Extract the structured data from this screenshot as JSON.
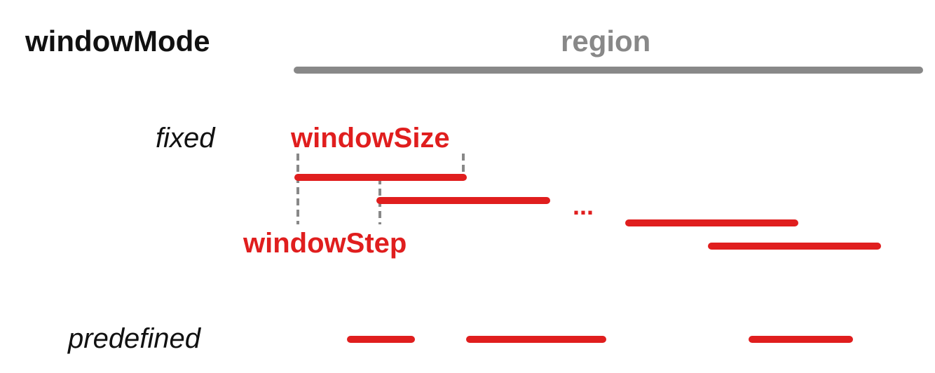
{
  "diagram": {
    "title": "windowMode",
    "region_label": "region",
    "fixed_label": "fixed",
    "predefined_label": "predefined",
    "window_size_label": "windowSize",
    "window_step_label": "windowStep",
    "ellipsis": "..."
  },
  "colors": {
    "text": "#111111",
    "region": "#888888",
    "accent": "#e01e1e",
    "guide": "#888888"
  }
}
